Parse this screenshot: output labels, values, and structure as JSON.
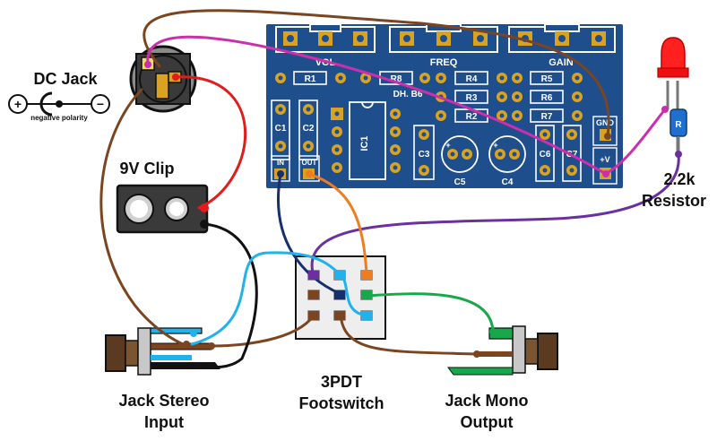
{
  "labels": {
    "dc_jack": "DC Jack",
    "negative_polarity": "negative polarity",
    "nine_v_clip": "9V Clip",
    "resistor_value": "2.2k",
    "resistor_word": "Resistor",
    "jack_stereo_1": "Jack Stereo",
    "jack_stereo_2": "Input",
    "footswitch_1": "3PDT",
    "footswitch_2": "Footswitch",
    "jack_mono_1": "Jack Mono",
    "jack_mono_2": "Output"
  },
  "pcb": {
    "pots": {
      "vol": "VOL",
      "freq": "FREQ",
      "gain": "GAIN"
    },
    "r1": "R1",
    "r8": "R8",
    "r4": "R4",
    "r5": "R5",
    "r3": "R3",
    "r6": "R6",
    "r2": "R2",
    "r7": "R7",
    "c1": "C1",
    "c2": "C2",
    "c3": "C3",
    "c4": "C4",
    "c5": "C5",
    "c6": "C6",
    "c7": "C7",
    "ic1": "IC1",
    "brand": "DH. B6",
    "in": "IN",
    "out": "OUT",
    "gnd": "GND",
    "vplus": "+V",
    "resistor_body": "R"
  },
  "colors": {
    "pcb": "#1f4e8c",
    "pad": "#d9a321",
    "brown": "#7a4520",
    "red": "#e21b1b",
    "black": "#111111",
    "magenta": "#cc2fae",
    "purple": "#6b2fa0",
    "navy": "#162f6e",
    "orange": "#ee7d22",
    "cyan": "#1fb2ec",
    "green": "#18a84b"
  }
}
